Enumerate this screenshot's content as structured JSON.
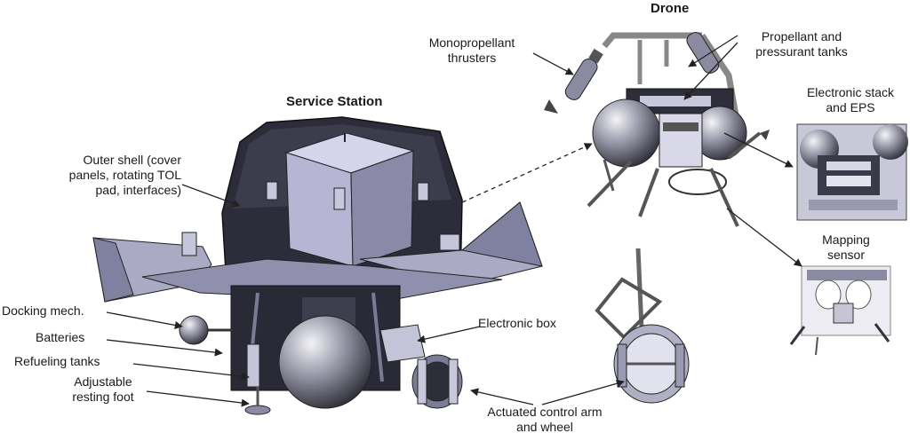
{
  "titles": {
    "service_station": "Service Station",
    "drone": "Drone"
  },
  "labels": {
    "outer_shell": [
      "Outer shell (cover",
      "panels, rotating TOL",
      "pad, interfaces)"
    ],
    "docking": "Docking mech.",
    "batteries": "Batteries",
    "refueling": "Refueling tanks",
    "resting_foot": [
      "Adjustable",
      "resting foot"
    ],
    "electronic_box": "Electronic box",
    "control_arm": [
      "Actuated control arm",
      "and wheel"
    ],
    "monoprop": [
      "Monopropellant",
      "thrusters"
    ],
    "propellant": [
      "Propellant and",
      "pressurant tanks"
    ],
    "stack": [
      "Electronic stack",
      "and EPS"
    ],
    "mapping": [
      "Mapping",
      "sensor"
    ]
  }
}
